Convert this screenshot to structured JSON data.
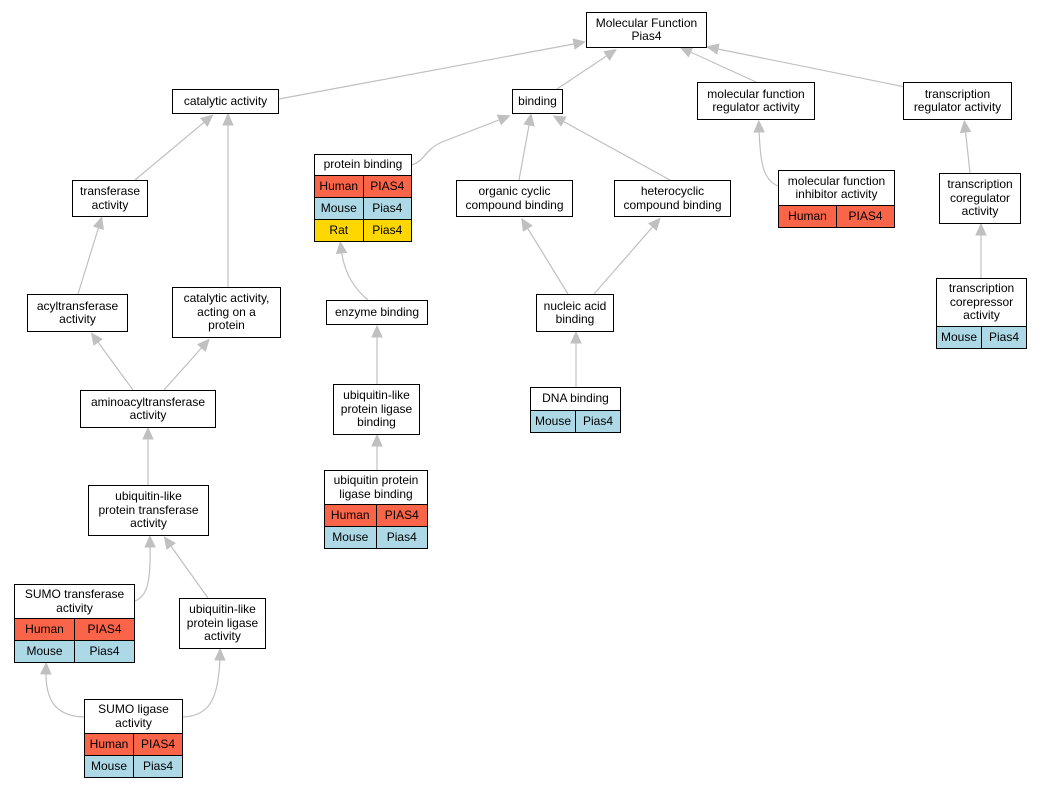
{
  "colors": {
    "edge": "#c0c0c0",
    "Human": "#fa6448",
    "Mouse": "#add8e6",
    "Rat": "#ffd700"
  },
  "nodes": [
    {
      "id": "root",
      "lines": [
        "Molecular Function",
        "Pias4"
      ],
      "annotations": []
    },
    {
      "id": "catalytic",
      "lines": [
        "catalytic activity"
      ],
      "annotations": []
    },
    {
      "id": "binding",
      "lines": [
        "binding"
      ],
      "annotations": []
    },
    {
      "id": "mfreg",
      "lines": [
        "molecular function",
        "regulator activity"
      ],
      "annotations": []
    },
    {
      "id": "txreg",
      "lines": [
        "transcription",
        "regulator activity"
      ],
      "annotations": []
    },
    {
      "id": "transferase",
      "lines": [
        "transferase",
        "activity"
      ],
      "annotations": []
    },
    {
      "id": "protbind",
      "lines": [
        "protein binding"
      ],
      "annotations": [
        {
          "species": "Human",
          "gene": "PIAS4"
        },
        {
          "species": "Mouse",
          "gene": "Pias4"
        },
        {
          "species": "Rat",
          "gene": "Pias4"
        }
      ]
    },
    {
      "id": "orgcyc",
      "lines": [
        "organic cyclic",
        "compound binding"
      ],
      "annotations": []
    },
    {
      "id": "hetero",
      "lines": [
        "heterocyclic",
        "compound binding"
      ],
      "annotations": []
    },
    {
      "id": "mfinhib",
      "lines": [
        "molecular function",
        "inhibitor activity"
      ],
      "annotations": [
        {
          "species": "Human",
          "gene": "PIAS4"
        }
      ]
    },
    {
      "id": "txcoreg",
      "lines": [
        "transcription",
        "coregulator",
        "activity"
      ],
      "annotations": []
    },
    {
      "id": "acyl",
      "lines": [
        "acyltransferase",
        "activity"
      ],
      "annotations": []
    },
    {
      "id": "catprot",
      "lines": [
        "catalytic activity,",
        "acting on a",
        "protein"
      ],
      "annotations": []
    },
    {
      "id": "enzbind",
      "lines": [
        "enzyme binding"
      ],
      "annotations": []
    },
    {
      "id": "nucacid",
      "lines": [
        "nucleic acid",
        "binding"
      ],
      "annotations": []
    },
    {
      "id": "txcorep",
      "lines": [
        "transcription",
        "corepressor",
        "activity"
      ],
      "annotations": [
        {
          "species": "Mouse",
          "gene": "Pias4"
        }
      ]
    },
    {
      "id": "aminoacyl",
      "lines": [
        "aminoacyltransferase",
        "activity"
      ],
      "annotations": []
    },
    {
      "id": "ublbind",
      "lines": [
        "ubiquitin-like",
        "protein ligase",
        "binding"
      ],
      "annotations": []
    },
    {
      "id": "dnabind",
      "lines": [
        "DNA binding"
      ],
      "annotations": [
        {
          "species": "Mouse",
          "gene": "Pias4"
        }
      ]
    },
    {
      "id": "ubltrans",
      "lines": [
        "ubiquitin-like",
        "protein transferase",
        "activity"
      ],
      "annotations": []
    },
    {
      "id": "ubprotlig",
      "lines": [
        "ubiquitin protein",
        "ligase binding"
      ],
      "annotations": [
        {
          "species": "Human",
          "gene": "PIAS4"
        },
        {
          "species": "Mouse",
          "gene": "Pias4"
        }
      ]
    },
    {
      "id": "sumotrans",
      "lines": [
        "SUMO transferase",
        "activity"
      ],
      "annotations": [
        {
          "species": "Human",
          "gene": "PIAS4"
        },
        {
          "species": "Mouse",
          "gene": "Pias4"
        }
      ]
    },
    {
      "id": "ubllig",
      "lines": [
        "ubiquitin-like",
        "protein ligase",
        "activity"
      ],
      "annotations": []
    },
    {
      "id": "sumolig",
      "lines": [
        "SUMO ligase",
        "activity"
      ],
      "annotations": [
        {
          "species": "Human",
          "gene": "PIAS4"
        },
        {
          "species": "Mouse",
          "gene": "Pias4"
        }
      ]
    }
  ],
  "edges": [
    {
      "from": "catalytic",
      "to": "root"
    },
    {
      "from": "binding",
      "to": "root"
    },
    {
      "from": "mfreg",
      "to": "root"
    },
    {
      "from": "txreg",
      "to": "root"
    },
    {
      "from": "transferase",
      "to": "catalytic"
    },
    {
      "from": "catprot",
      "to": "catalytic"
    },
    {
      "from": "protbind",
      "to": "binding"
    },
    {
      "from": "orgcyc",
      "to": "binding"
    },
    {
      "from": "hetero",
      "to": "binding"
    },
    {
      "from": "mfinhib",
      "to": "mfreg"
    },
    {
      "from": "txcoreg",
      "to": "txreg"
    },
    {
      "from": "acyl",
      "to": "transferase"
    },
    {
      "from": "enzbind",
      "to": "protbind"
    },
    {
      "from": "nucacid",
      "to": "orgcyc"
    },
    {
      "from": "nucacid",
      "to": "hetero"
    },
    {
      "from": "txcorep",
      "to": "txcoreg"
    },
    {
      "from": "aminoacyl",
      "to": "acyl"
    },
    {
      "from": "aminoacyl",
      "to": "catprot"
    },
    {
      "from": "ublbind",
      "to": "enzbind"
    },
    {
      "from": "dnabind",
      "to": "nucacid"
    },
    {
      "from": "ubltrans",
      "to": "aminoacyl"
    },
    {
      "from": "ubprotlig",
      "to": "ublbind"
    },
    {
      "from": "sumotrans",
      "to": "ubltrans"
    },
    {
      "from": "ubllig",
      "to": "ubltrans"
    },
    {
      "from": "sumolig",
      "to": "sumotrans"
    },
    {
      "from": "sumolig",
      "to": "ubllig"
    }
  ]
}
